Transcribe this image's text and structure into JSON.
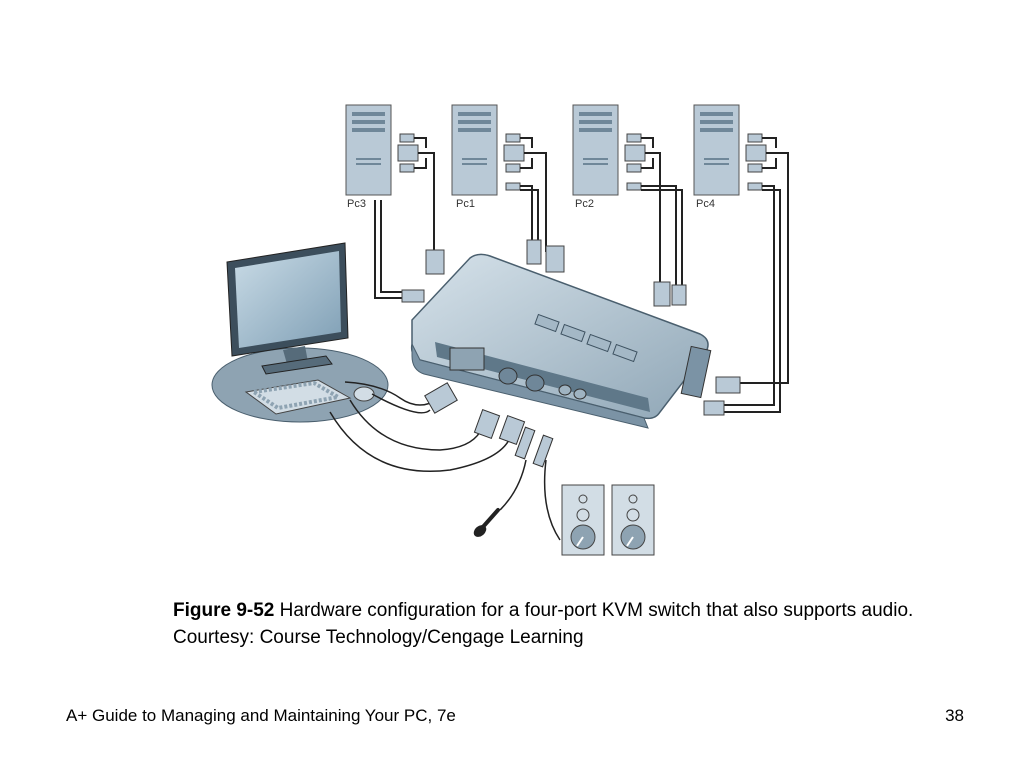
{
  "figure": {
    "pcs": [
      {
        "label": "Pc3"
      },
      {
        "label": "Pc1"
      },
      {
        "label": "Pc2"
      },
      {
        "label": "Pc4"
      }
    ],
    "icons": [
      "tower-pc-icon",
      "monitor-icon",
      "keyboard-icon",
      "mouse-icon",
      "kvm-switch-icon",
      "microphone-icon",
      "speaker-icon"
    ]
  },
  "caption": {
    "label": "Figure 9-52",
    "text": " Hardware configuration for a four-port KVM switch that also supports audio. Courtesy: Course Technology/Cengage Learning"
  },
  "footer": {
    "title": "A+ Guide to Managing and Maintaining Your PC, 7e",
    "page_number": "38"
  },
  "colors": {
    "device_fill": "#b9c9d6",
    "device_dark": "#6f8799",
    "desk_fill": "#8ea3b2",
    "cable": "#222222",
    "screen": "#8fb0c7"
  }
}
